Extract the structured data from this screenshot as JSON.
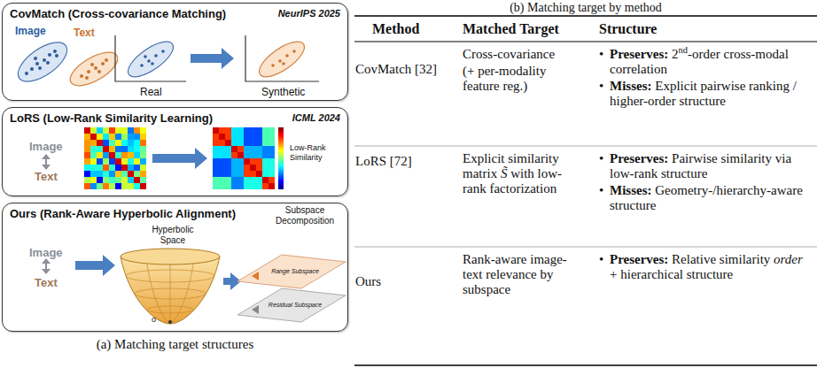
{
  "diagram": {
    "caption": "(a) Matching target structures",
    "nodes": [
      {
        "text": [
          "CovMatch (Cross-covariance Matching)",
          "NeurIPS 2025",
          "Image",
          "Text",
          "Real",
          "Synthetic"
        ]
      },
      {
        "text": [
          "LoRS (Low-Rank Similarity Learning)",
          "ICML 2024",
          "Image",
          "Text",
          "Low-Rank Similarity"
        ]
      },
      {
        "text": [
          "Ours (Rank-Aware Hyperbolic Alignment)",
          "Subspace Decomposition",
          "Hyperbolic Space",
          "Image",
          "Text",
          "o",
          "Range Subspace",
          "Residual Subspace"
        ]
      }
    ],
    "labels": [
      "(b) Matching target by method",
      "Method",
      "Matched Target",
      "Structure",
      "CovMatch [32]",
      "Cross-covariance",
      "(+ per-modality feature reg.)",
      "•",
      "Preserves:",
      "2",
      "nd",
      "-order cross-modal correlation",
      "•",
      "Misses:",
      "Explicit pairwise ranking / higher-order structure",
      "LoRS [72]",
      "Explicit similarity matrix",
      "S̃",
      "with low-rank factorization",
      "•",
      "Preserves:",
      "Pairwise similarity via low-rank structure",
      "•",
      "Misses:",
      "Geometry-/hierarchy-aware structure",
      "Ours",
      "Rank-aware image-text relevance by subspace",
      "•",
      "Preserves:",
      "Relative similarity",
      "order",
      "+ hierarchical structure"
    ]
  }
}
